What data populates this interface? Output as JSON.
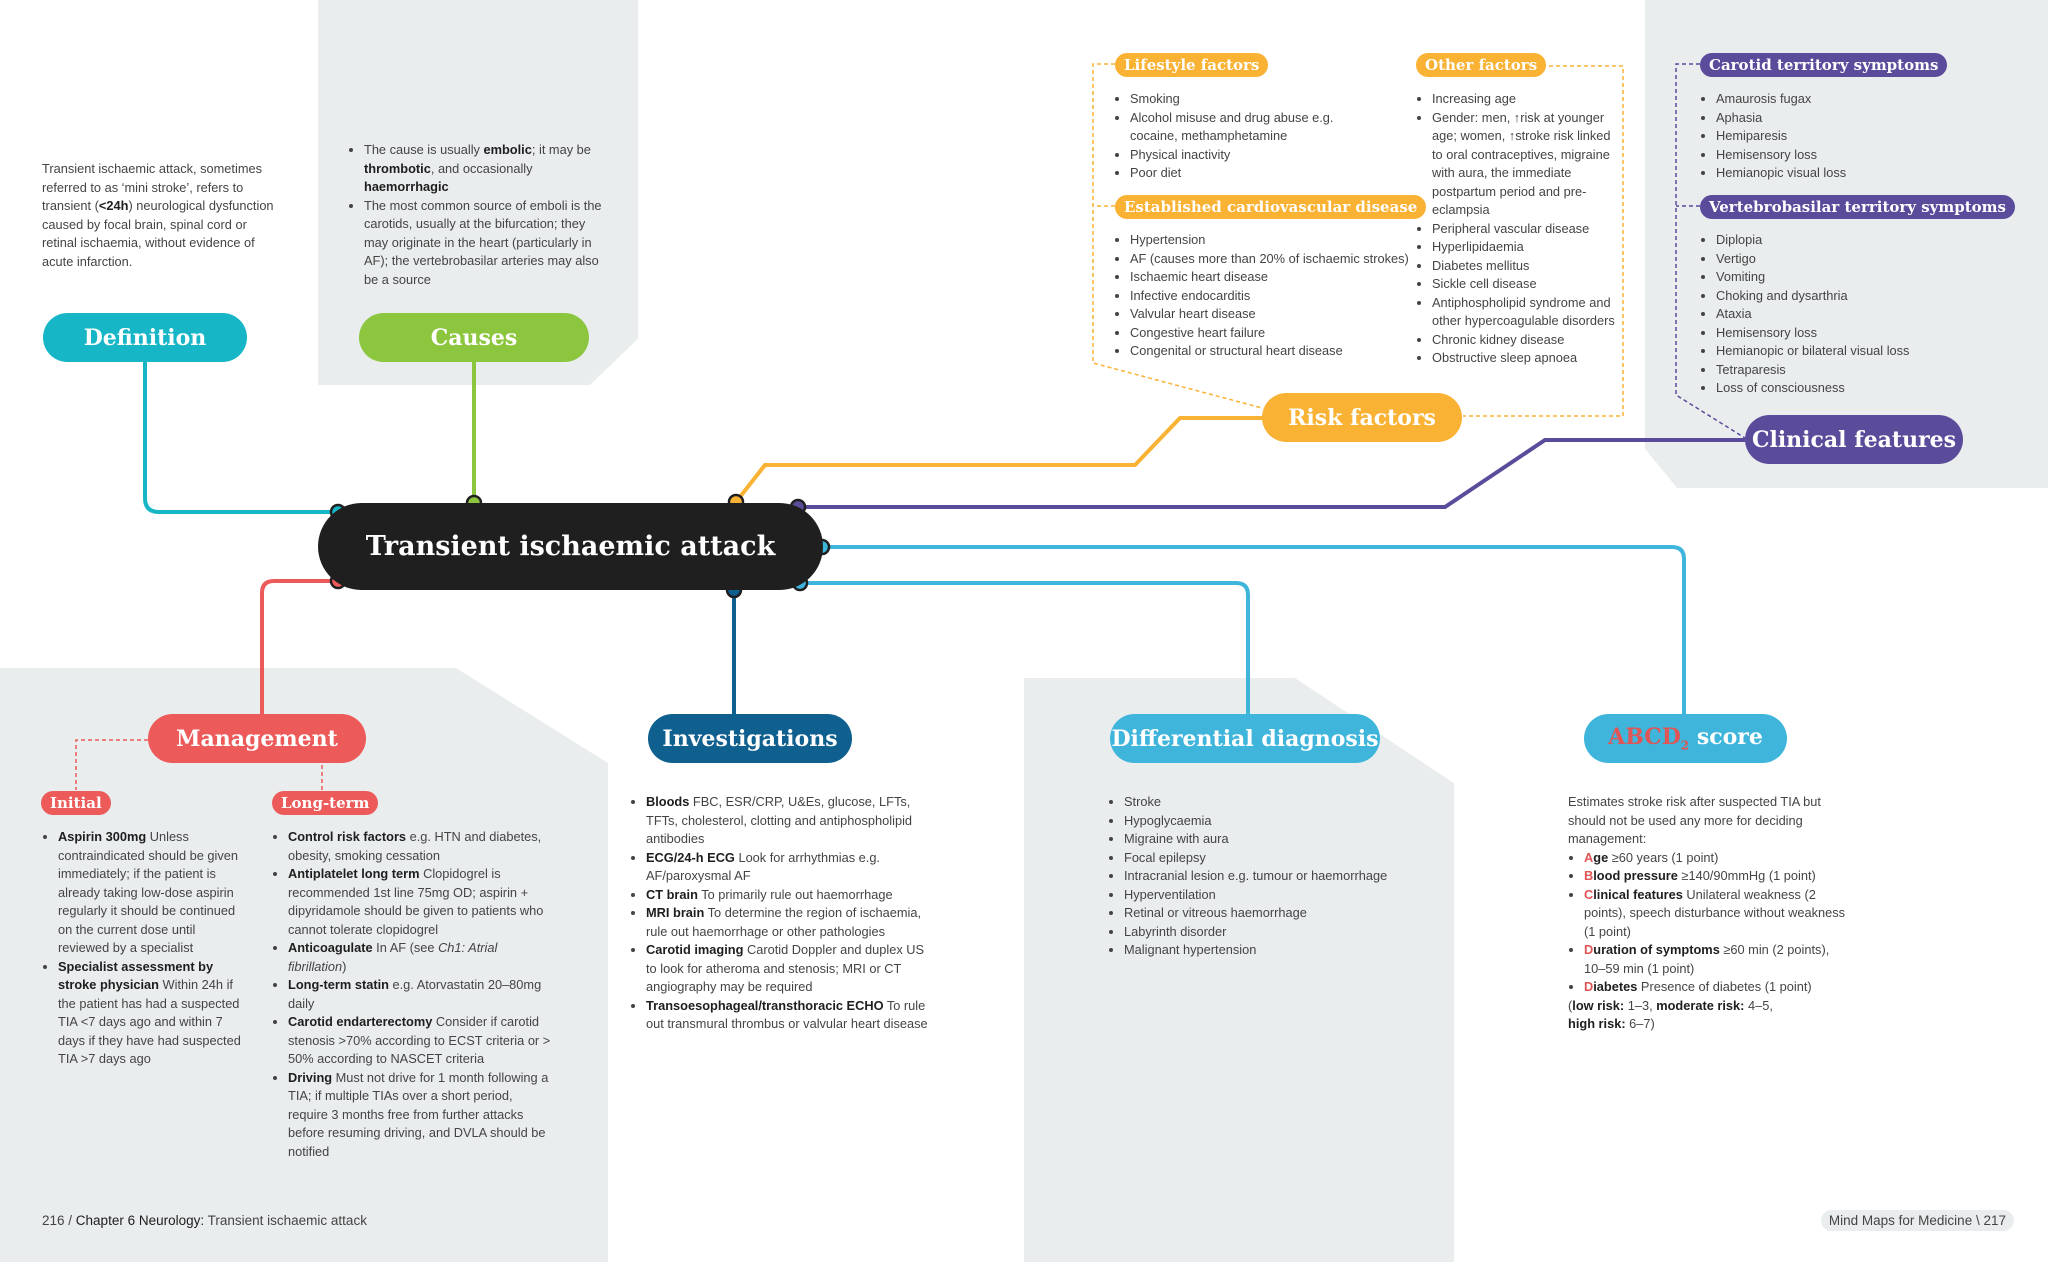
{
  "center": {
    "title": "Transient ischaemic attack"
  },
  "definition": {
    "label": "Definition",
    "text_a": "Transient ischaemic attack, sometimes referred to as ‘mini stroke’, refers to transient (",
    "text_b": "<24h",
    "text_c": ") neurological dysfunction caused by focal brain, spinal cord or retinal ischaemia, without evidence of acute infarction."
  },
  "causes": {
    "label": "Causes",
    "i1_a": "The cause is usually ",
    "i1_b": "embolic",
    "i1_c": "; it may be ",
    "i1_d": "thrombotic",
    "i1_e": ", and occasionally ",
    "i1_f": "haemorrhagic",
    "i2": "The most common source of emboli is the carotids, usually at the bifurcation; they may originate in the heart (particularly in AF); the vertebrobasilar arteries may also be a source"
  },
  "risk": {
    "label": "Risk factors",
    "lifestyle_label": "Lifestyle factors",
    "lifestyle": [
      "Smoking",
      "Alcohol misuse and drug abuse e.g. cocaine, methamphetamine",
      "Physical inactivity",
      "Poor diet"
    ],
    "cvd_label": "Established cardiovascular disease",
    "cvd": [
      "Hypertension",
      "AF (causes more than 20% of ischaemic strokes)",
      "Ischaemic heart disease",
      "Infective endocarditis",
      "Valvular heart disease",
      "Congestive heart failure",
      "Congenital or structural heart disease"
    ],
    "other_label": "Other factors",
    "other": [
      "Increasing age",
      "Gender: men, ↑risk at younger age; women, ↑stroke risk linked to oral contraceptives, migraine with aura, the immediate postpartum period and pre-eclampsia",
      "Peripheral vascular disease",
      "Hyperlipidaemia",
      "Diabetes mellitus",
      "Sickle cell disease",
      "Antiphospholipid syndrome and other hypercoagulable disorders",
      "Chronic kidney disease",
      "Obstructive sleep apnoea"
    ]
  },
  "clinical": {
    "label": "Clinical features",
    "carotid_label": "Carotid territory symptoms",
    "carotid": [
      "Amaurosis fugax",
      "Aphasia",
      "Hemiparesis",
      "Hemisensory loss",
      "Hemianopic visual loss"
    ],
    "vb_label": "Vertebrobasilar territory symptoms",
    "vb": [
      "Diplopia",
      "Vertigo",
      "Vomiting",
      "Choking and dysarthria",
      "Ataxia",
      "Hemisensory loss",
      "Hemianopic or bilateral visual loss",
      "Tetraparesis",
      "Loss of consciousness"
    ]
  },
  "management": {
    "label": "Management",
    "initial_label": "Initial",
    "initial": [
      {
        "bold": "Aspirin 300mg",
        "text": " Unless contraindicated should be given immediately; if the patient is already taking low-dose aspirin regularly it should be continued on the current dose until reviewed by a specialist"
      },
      {
        "bold": "Specialist assessment by stroke physician",
        "text": " Within 24h if the patient has had a suspected TIA <7 days ago and within 7 days if they have had suspected TIA >7 days ago"
      }
    ],
    "longterm_label": "Long-term",
    "longterm": [
      {
        "bold": "Control risk factors",
        "text": " e.g. HTN and diabetes, obesity, smoking cessation"
      },
      {
        "bold": "Antiplatelet long term",
        "text": " Clopidogrel is recommended 1st line 75mg OD; aspirin + dipyridamole should be given to patients who cannot tolerate clopidogrel"
      },
      {
        "bold": "Anticoagulate",
        "text": " In AF (see ",
        "italic": "Ch1: Atrial fibrillation",
        "tail": ")"
      },
      {
        "bold": "Long-term statin",
        "text": " e.g. Atorvastatin 20–80mg daily"
      },
      {
        "bold": "Carotid endarterectomy",
        "text": " Consider if carotid stenosis >70% according to ECST criteria or > 50% according to NASCET criteria"
      },
      {
        "bold": "Driving",
        "text": " Must not drive for 1 month following a TIA; if multiple TIAs over a short period, require 3 months free from further attacks before resuming driving, and DVLA should be notified"
      }
    ]
  },
  "investigations": {
    "label": "Investigations",
    "items": [
      {
        "bold": "Bloods",
        "text": " FBC, ESR/CRP, U&Es, glucose, LFTs, TFTs, cholesterol, clotting and antiphospholipid antibodies"
      },
      {
        "bold": "ECG/24-h ECG",
        "text": " Look for arrhythmias e.g. AF/paroxysmal AF"
      },
      {
        "bold": "CT brain",
        "text": " To primarily rule out haemorrhage"
      },
      {
        "bold": "MRI brain",
        "text": " To determine the region of ischaemia, rule out haemorrhage or other pathologies"
      },
      {
        "bold": "Carotid imaging",
        "text": " Carotid Doppler and duplex US to look for atheroma and stenosis; MRI or CT angiography may be required"
      },
      {
        "bold": "Transoesophageal/transthoracic ECHO",
        "text": " To rule out transmural thrombus or valvular heart disease"
      }
    ]
  },
  "differential": {
    "label": "Differential diagnosis",
    "items": [
      "Stroke",
      "Hypoglycaemia",
      "Migraine with aura",
      "Focal epilepsy",
      "Intracranial lesion e.g. tumour or haemorrhage",
      "Hyperventilation",
      "Retinal or vitreous haemorrhage",
      "Labyrinth disorder",
      "Malignant hypertension"
    ]
  },
  "abcd": {
    "label_acr": "ABCD",
    "label_sub": "2",
    "label_rest": " score",
    "intro": "Estimates stroke risk after suspected TIA but should not be used any more for deciding management:",
    "items": [
      {
        "letter": "A",
        "bold": "ge",
        "text": " ≥60 years (1 point)"
      },
      {
        "letter": "B",
        "bold": "lood pressure",
        "text": " ≥140/90mmHg (1 point)"
      },
      {
        "letter": "C",
        "bold": "linical features",
        "text": " Unilateral weakness (2 points), speech disturbance without weakness (1 point)"
      },
      {
        "letter": "D",
        "bold": "uration of symptoms",
        "text": " ≥60 min (2 points), 10–59 min (1 point)"
      },
      {
        "letter": "D",
        "bold": "iabetes",
        "text": " Presence of diabetes (1 point)"
      }
    ],
    "risk_open": "(",
    "low_label": "low risk:",
    "low_val": " 1–3, ",
    "mod_label": "moderate risk:",
    "mod_val": " 4–5,",
    "high_label": "high risk:",
    "high_val": " 6–7)"
  },
  "footer": {
    "left_page": "216",
    "left_sep": " / ",
    "left_chapter": "Chapter 6 Neurology:",
    "left_topic": " Transient ischaemic attack",
    "right_book": "Mind Maps for Medicine",
    "right_sep": " \\ ",
    "right_page": "217"
  },
  "colors": {
    "definition": "#16b6c7",
    "causes": "#8cc63f",
    "risk": "#f9b233",
    "clinical": "#5b4b9b",
    "management": "#ec5a5a",
    "investigations": "#0f5f8f",
    "differential": "#3fb5dc",
    "abcd": "#3fb5dc",
    "center": "#1f1f1f",
    "panel": "#e9edee"
  }
}
